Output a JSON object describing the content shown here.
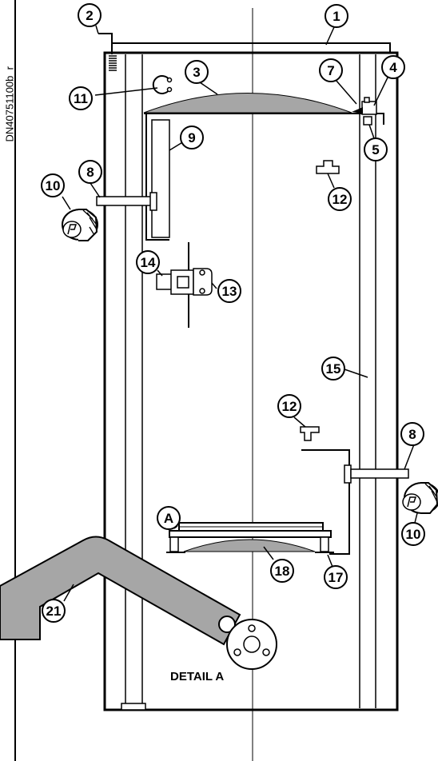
{
  "document_code": "DN40751100b_r",
  "detail_label": "DETAIL A",
  "callouts": [
    {
      "id": "c1",
      "text": "1"
    },
    {
      "id": "c2",
      "text": "2"
    },
    {
      "id": "c3",
      "text": "3"
    },
    {
      "id": "c4",
      "text": "4"
    },
    {
      "id": "c5",
      "text": "5"
    },
    {
      "id": "c7",
      "text": "7"
    },
    {
      "id": "c8a",
      "text": "8"
    },
    {
      "id": "c8b",
      "text": "8"
    },
    {
      "id": "c9",
      "text": "9"
    },
    {
      "id": "c10a",
      "text": "10"
    },
    {
      "id": "c10b",
      "text": "10"
    },
    {
      "id": "c11",
      "text": "11"
    },
    {
      "id": "c12a",
      "text": "12"
    },
    {
      "id": "c12b",
      "text": "12"
    },
    {
      "id": "c13",
      "text": "13"
    },
    {
      "id": "c14",
      "text": "14"
    },
    {
      "id": "c15",
      "text": "15"
    },
    {
      "id": "c17",
      "text": "17"
    },
    {
      "id": "c18",
      "text": "18"
    },
    {
      "id": "c21",
      "text": "21"
    },
    {
      "id": "cA",
      "text": "A"
    }
  ]
}
